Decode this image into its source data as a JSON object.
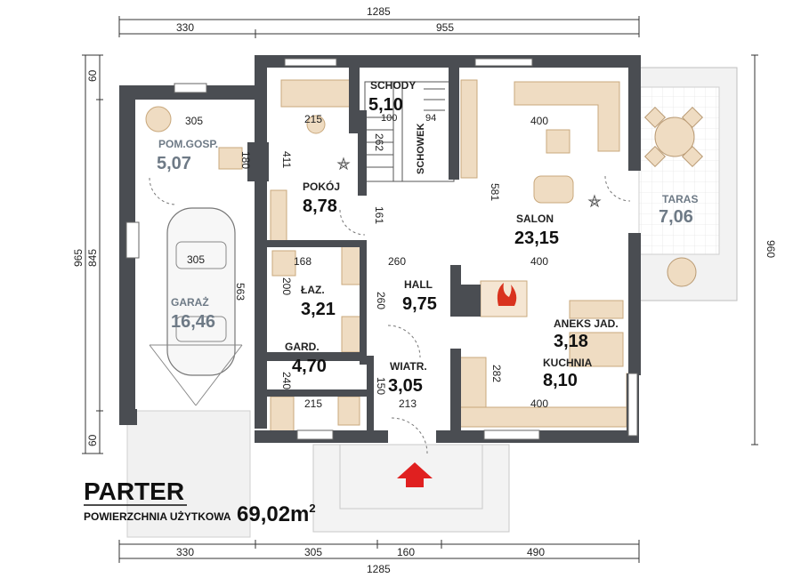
{
  "floor": {
    "title": "PARTER",
    "subtitle": "POWIERZCHNIA UŻYTKOWA",
    "total_area": "69,02m",
    "area_unit_sup": "2"
  },
  "rooms": {
    "pom_gosp": {
      "name": "POM.GOSP.",
      "area": "5,07"
    },
    "garaz": {
      "name": "GARAŻ",
      "area": "16,46"
    },
    "pokoj": {
      "name": "POKÓJ",
      "area": "8,78"
    },
    "schody": {
      "name": "SCHODY",
      "area": "5,10"
    },
    "schowek": {
      "name": "SCHOWEK"
    },
    "salon": {
      "name": "SALON",
      "area": "23,15"
    },
    "taras": {
      "name": "TARAS",
      "area": "7,06"
    },
    "laz": {
      "name": "ŁAZ.",
      "area": "3,21"
    },
    "hall": {
      "name": "HALL",
      "area": "9,75"
    },
    "aneks": {
      "name": "ANEKS JAD.",
      "area": "3,18"
    },
    "gard": {
      "name": "GARD.",
      "area": "4,70"
    },
    "wiatr": {
      "name": "WIATR.",
      "area": "3,05"
    },
    "kuchnia": {
      "name": "KUCHNIA",
      "area": "8,10"
    }
  },
  "dims": {
    "top_total": "1285",
    "top_left": "330",
    "top_right": "955",
    "bottom_a": "330",
    "bottom_b": "305",
    "bottom_c": "160",
    "bottom_d": "490",
    "bottom_total": "1285",
    "left_total": "965",
    "left_inner": "845",
    "left_top": "60",
    "left_bottom": "60",
    "right_total": "960",
    "d305a": "305",
    "d180": "180",
    "d305b": "305",
    "d563": "563",
    "d215a": "215",
    "d411": "411",
    "d100": "100",
    "d94": "94",
    "d262": "262",
    "d400a": "400",
    "d581": "581",
    "d161": "161",
    "d168": "168",
    "d260a": "260",
    "d400b": "400",
    "d200": "200",
    "d260b": "260",
    "d240": "240",
    "d215b": "215",
    "d150": "150",
    "d213": "213",
    "d282": "282",
    "d400c": "400"
  },
  "colors": {
    "wall": "#4a4d52",
    "wood": "#efdcc2",
    "wood_stroke": "#c9a87c",
    "floor_grey": "#f2f2f2",
    "entry_arrow": "#e02020",
    "fire": "#d9331e"
  }
}
